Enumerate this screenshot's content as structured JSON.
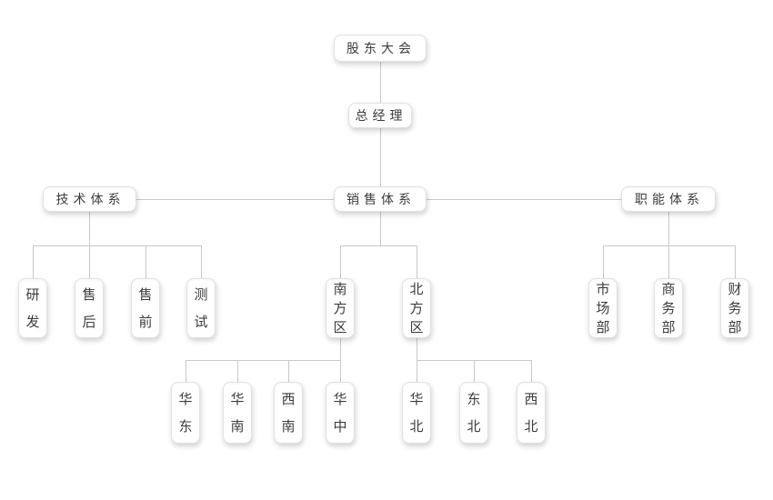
{
  "diagram_type": "org-chart",
  "colors": {
    "background": "#ffffff",
    "box_background": "#ffffff",
    "box_border": "#e2e2e2",
    "connector_line": "#c9c9c9",
    "text": "#3c3c3c"
  },
  "tree": {
    "label": "股东大会",
    "children": [
      {
        "label": "总经理",
        "children": [
          {
            "label": "技术体系",
            "children": [
              {
                "label": "研发"
              },
              {
                "label": "售后"
              },
              {
                "label": "售前"
              },
              {
                "label": "测试"
              }
            ]
          },
          {
            "label": "销售体系",
            "children": [
              {
                "label": "南方区",
                "children": [
                  {
                    "label": "华东"
                  },
                  {
                    "label": "华南"
                  },
                  {
                    "label": "西南"
                  },
                  {
                    "label": "华中"
                  }
                ]
              },
              {
                "label": "北方区",
                "children": [
                  {
                    "label": "华北"
                  },
                  {
                    "label": "东北"
                  },
                  {
                    "label": "西北"
                  }
                ]
              }
            ]
          },
          {
            "label": "职能体系",
            "children": [
              {
                "label": "市场部"
              },
              {
                "label": "商务部"
              },
              {
                "label": "财务部"
              }
            ]
          }
        ]
      }
    ]
  }
}
